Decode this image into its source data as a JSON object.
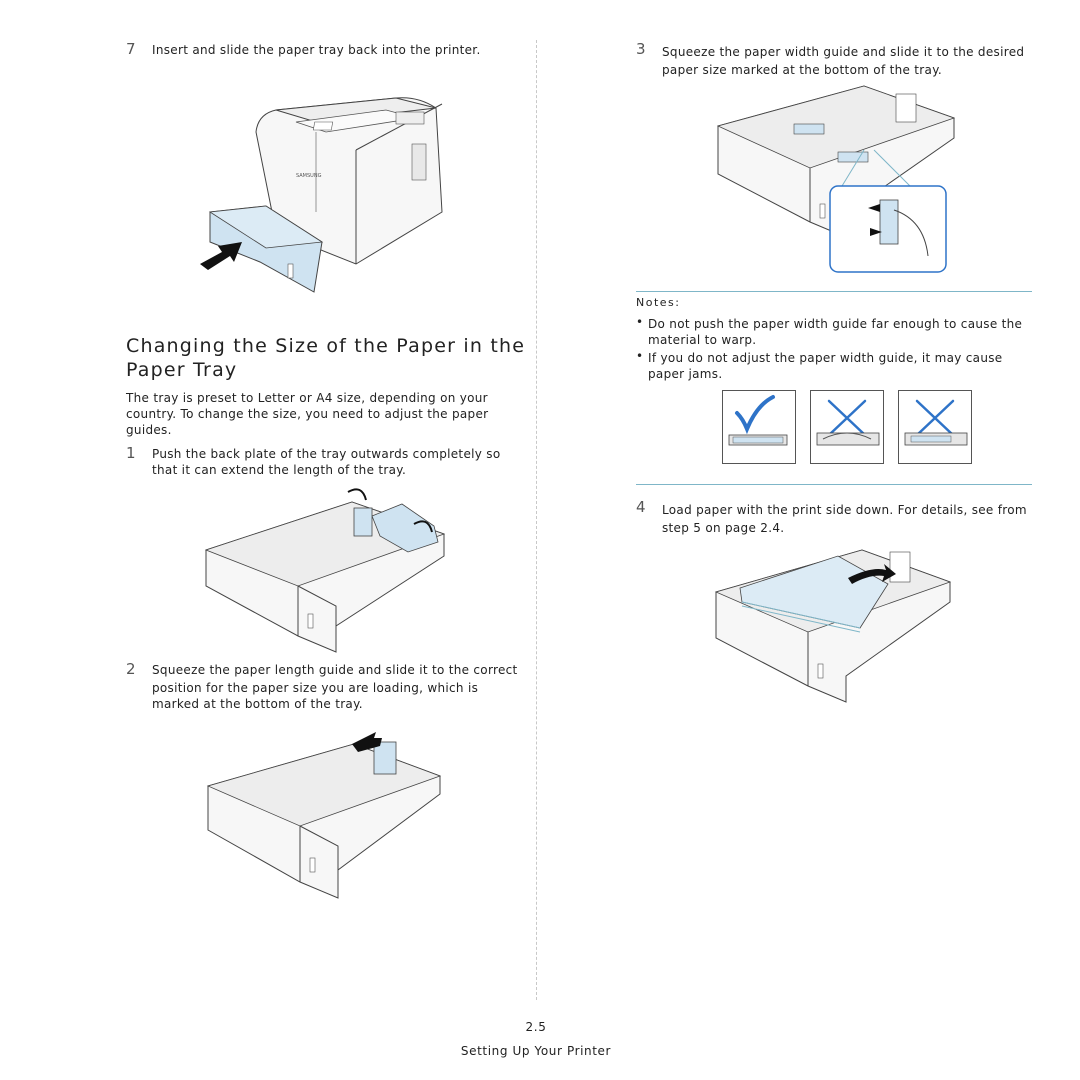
{
  "step7": {
    "num": "7",
    "text": "Insert and slide the paper tray back into the printer."
  },
  "section": {
    "title": "Changing the Size of the Paper in the Paper Tray"
  },
  "intro": {
    "line1": "The tray is preset to Letter or A4 size, depending on your",
    "line2": "country. To change the size, you need to adjust the paper",
    "line3": "guides."
  },
  "step1": {
    "num": "1",
    "line1": "Push the back plate of the tray outwards completely so",
    "line2": "that it can extend the length of the tray."
  },
  "step2": {
    "num": "2",
    "line1": "Squeeze the paper length guide and slide it to the correct",
    "line2": "position for the paper size you are loading, which is",
    "line3": "marked at the bottom of the tray."
  },
  "step3": {
    "num": "3",
    "line1": "Squeeze the paper width guide and slide it to the desired",
    "line2": "paper size marked at the bottom of the tray."
  },
  "notes": {
    "label": "Notes:",
    "items": [
      {
        "line1": "Do not push the paper width guide far enough to cause the",
        "line2": "material to warp."
      },
      {
        "line1": "If you do not adjust the paper width guide, it may cause",
        "line2": "paper jams."
      }
    ]
  },
  "step4": {
    "num": "4",
    "line1": "Load paper with the print side down. For details, see from",
    "line2": "step 5 on page 2.4."
  },
  "printer_brand": "SAMSUNG",
  "footer": {
    "page": "2.5",
    "chapter": "Setting Up Your Printer"
  },
  "colors": {
    "accent": "#7fb6c8",
    "tray_blue": "#cfe3f1",
    "check_blue": "#2e73c8"
  }
}
